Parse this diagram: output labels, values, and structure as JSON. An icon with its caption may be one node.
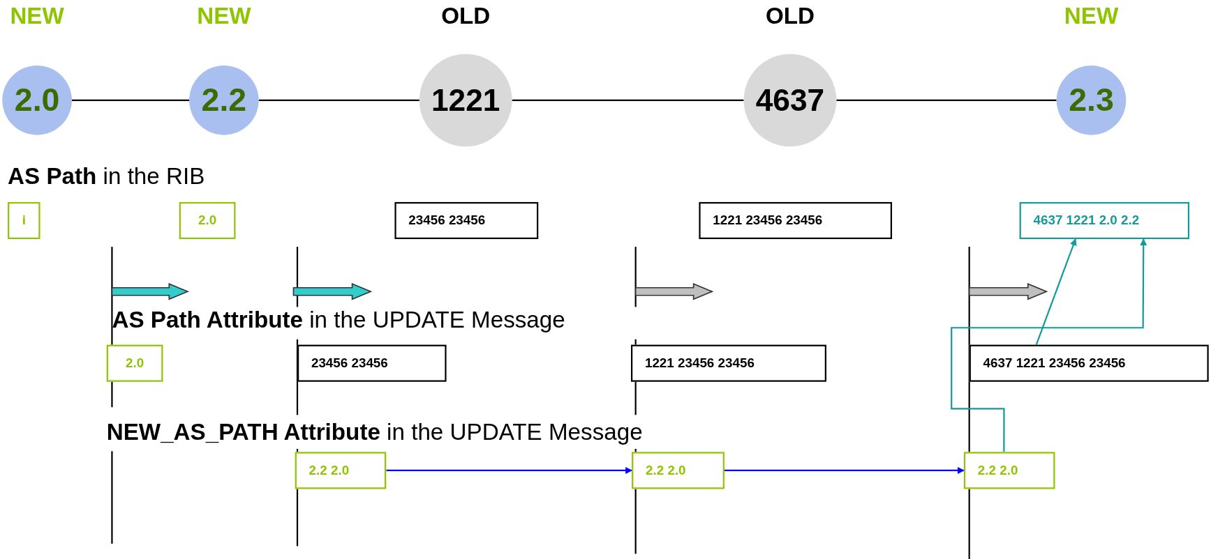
{
  "diagram": {
    "nodes": [
      {
        "text": [
          "2.0"
        ],
        "beside": [
          "NEW"
        ]
      },
      {
        "text": [
          "2.2"
        ],
        "beside": [
          "NEW"
        ]
      },
      {
        "text": [
          "1221"
        ],
        "beside": [
          "OLD"
        ]
      },
      {
        "text": [
          "4637"
        ],
        "beside": [
          "OLD"
        ]
      },
      {
        "text": [
          "2.3"
        ],
        "beside": [
          "NEW"
        ]
      },
      {
        "text": [
          "i"
        ]
      },
      {
        "text": [
          "2.0"
        ]
      },
      {
        "text": [
          "23456 23456"
        ]
      },
      {
        "text": [
          "1221 23456 23456"
        ]
      },
      {
        "text": [
          "4637 1221 2.0 2.2"
        ]
      },
      {
        "text": [
          "2.0"
        ]
      },
      {
        "text": [
          "23456 23456"
        ]
      },
      {
        "text": [
          "1221 23456 23456"
        ]
      },
      {
        "text": [
          "4637 1221 23456 23456"
        ]
      },
      {
        "text": [
          "2.2 2.0"
        ]
      },
      {
        "text": [
          "2.2 2.0"
        ]
      },
      {
        "text": [
          "2.2 2.0"
        ]
      }
    ],
    "edges": [
      {
        "from": 0,
        "to": 1,
        "arrow": "none"
      },
      {
        "from": 1,
        "to": 2,
        "arrow": "none"
      },
      {
        "from": 2,
        "to": 3,
        "arrow": "none"
      },
      {
        "from": 3,
        "to": 4,
        "arrow": "none"
      },
      {
        "from": 14,
        "to": 15,
        "arrow": "to",
        "color": "#0000ff"
      },
      {
        "from": 15,
        "to": 16,
        "arrow": "to",
        "color": "#0000ff"
      },
      {
        "from": 13,
        "to": 9,
        "arrow": "to",
        "color": "#149a9a"
      },
      {
        "from": 16,
        "to": 9,
        "arrow": "to",
        "color": "#149a9a"
      }
    ],
    "labels": [
      "**AS Path** in the RIB",
      "**AS Path Attribute** in the UPDATE Message",
      "**NEW_AS_PATH Attribute** in the UPDATE Message"
    ]
  }
}
